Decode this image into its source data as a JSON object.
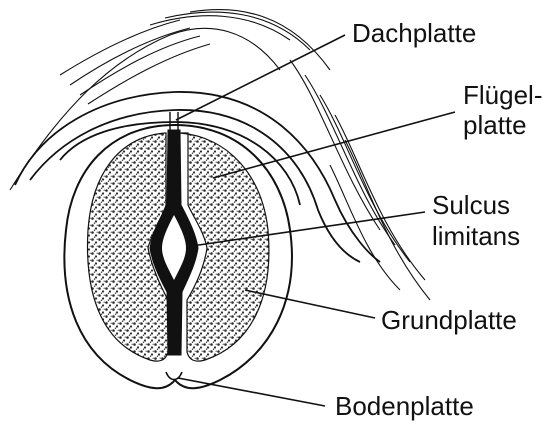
{
  "labels": {
    "dachplatte": "Dachplatte",
    "fluegelplatte_line1": "Flügel-",
    "fluegelplatte_line2": "platte",
    "sulcus_line1": "Sulcus",
    "sulcus_line2": "limitans",
    "grundplatte": "Grundplatte",
    "bodenplatte": "Bodenplatte"
  },
  "colors": {
    "ink": "#111111",
    "paper": "#ffffff",
    "stipple": "#2b2b2b"
  }
}
